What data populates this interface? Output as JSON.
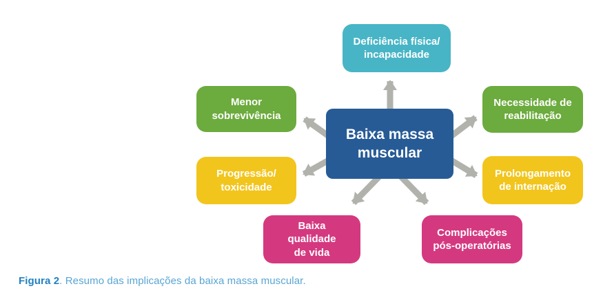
{
  "figure": {
    "caption_label": "Figura 2",
    "caption_text": ". Resumo das implicações da baixa massa muscular."
  },
  "diagram": {
    "arrow_color": "#b2b2ad",
    "background_color": "#ffffff",
    "text_color": "#ffffff",
    "center": {
      "label": "Baixa massa\nmuscular",
      "color": "#275b96"
    },
    "nodes": [
      {
        "name": "deficiencia-fisica-incapacidade",
        "label": "Deficiência física/\nincapacidade",
        "color": "#48b5c6",
        "position": "top"
      },
      {
        "name": "menor-sobrevivencia",
        "label": "Menor\nsobrevivência",
        "color": "#6cab3d",
        "position": "upper-left"
      },
      {
        "name": "necessidade-de-reabilitacao",
        "label": "Necessidade de\nreabilitação",
        "color": "#6cab3d",
        "position": "upper-right"
      },
      {
        "name": "progressao-toxicidade",
        "label": "Progressão/\ntoxicidade",
        "color": "#f2c51d",
        "position": "left"
      },
      {
        "name": "prolongamento-de-internacao",
        "label": "Prolongamento\nde internação",
        "color": "#f2c51d",
        "position": "right"
      },
      {
        "name": "baixa-qualidade-de-vida",
        "label": "Baixa\nqualidade\nde vida",
        "color": "#d43980",
        "position": "lower-left"
      },
      {
        "name": "complicacoes-pos-operatorias",
        "label": "Complicações\npós-operatórias",
        "color": "#d43980",
        "position": "lower-right"
      }
    ]
  }
}
